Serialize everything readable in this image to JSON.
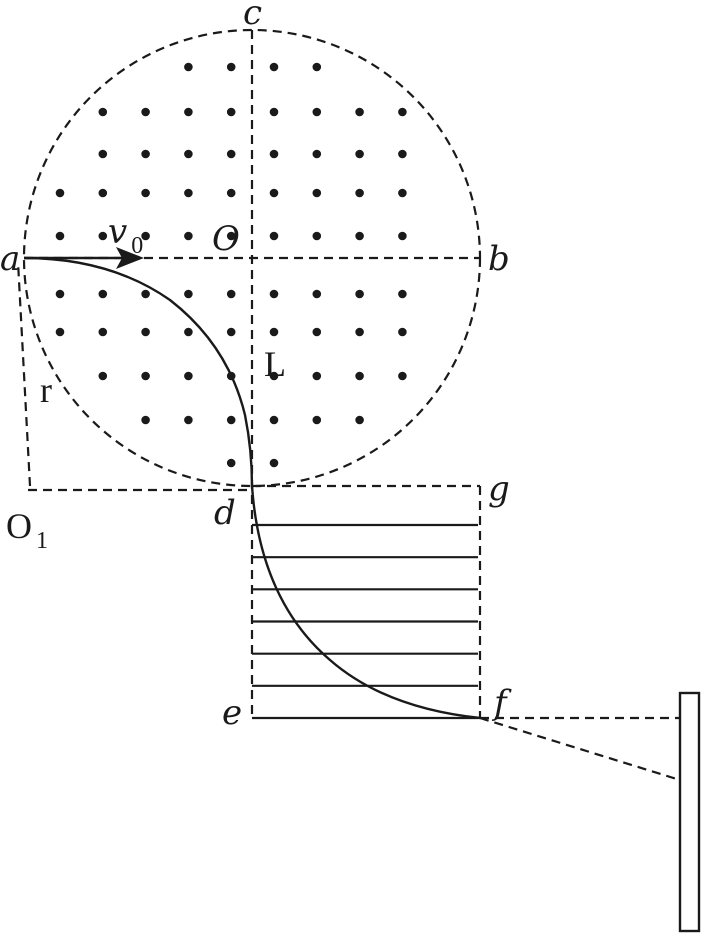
{
  "labels": {
    "c": "c",
    "a": "a",
    "b": "b",
    "O": "O",
    "v": "v",
    "v_sub": "0",
    "L": "L",
    "r": "r",
    "O1": "O",
    "O1_sub": "1",
    "d": "d",
    "g": "g",
    "e": "e",
    "f": "f"
  },
  "colors": {
    "ink": "#1a1a1a",
    "background": "#ffffff"
  },
  "field": {
    "magnetic_field_marker": "dot",
    "electric_field_plate_lines": 7
  }
}
